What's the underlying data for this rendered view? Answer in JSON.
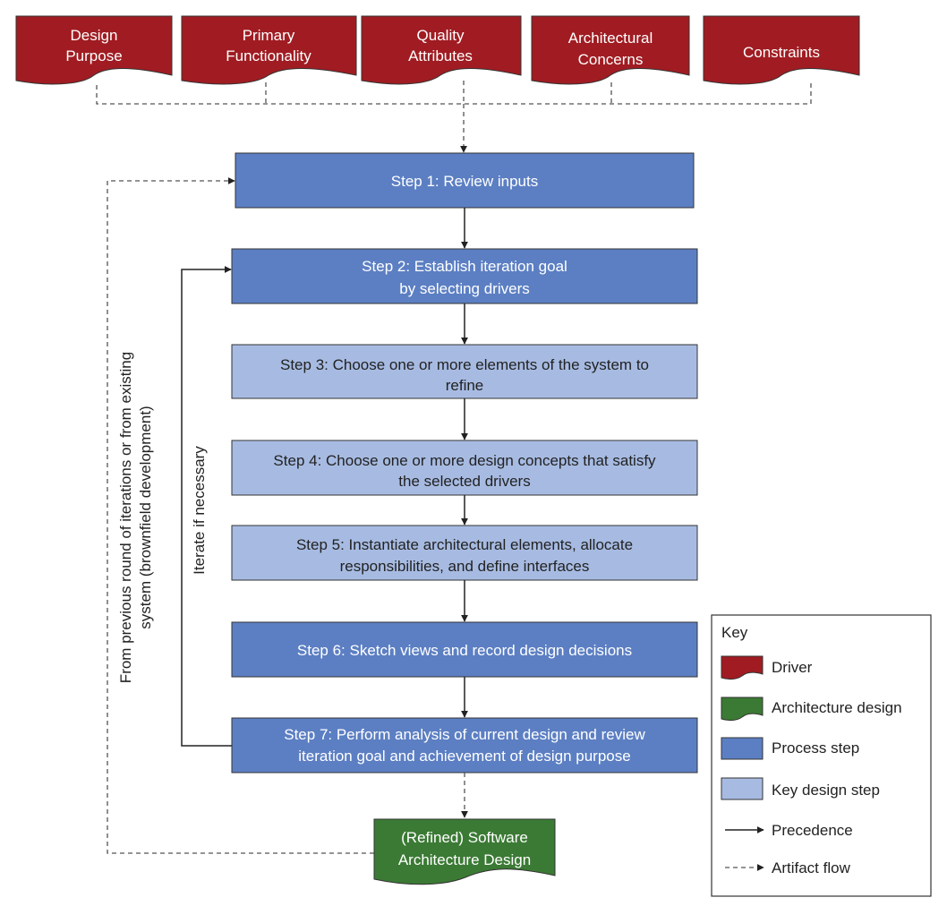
{
  "colors": {
    "driver": "#A01C22",
    "architecture_design": "#3B7A34",
    "process_step": "#5C7FC3",
    "key_design_step": "#A7BBE2",
    "border": "#333333",
    "line": "#222222",
    "dashed_line": "#555555"
  },
  "drivers": [
    {
      "line1": "Design",
      "line2": "Purpose"
    },
    {
      "line1": "Primary",
      "line2": "Functionality"
    },
    {
      "line1": "Quality",
      "line2": "Attributes"
    },
    {
      "line1": "Architectural",
      "line2": "Concerns"
    },
    {
      "line1": "Constraints",
      "line2": ""
    }
  ],
  "steps": [
    {
      "kind": "process",
      "line1": "Step 1: Review inputs",
      "line2": ""
    },
    {
      "kind": "process",
      "line1": "Step 2: Establish iteration goal",
      "line2": "by selecting drivers"
    },
    {
      "kind": "key",
      "line1": "Step 3: Choose one or more elements of the system to",
      "line2": "refine"
    },
    {
      "kind": "key",
      "line1": "Step 4: Choose one or more design concepts that satisfy",
      "line2": "the selected drivers"
    },
    {
      "kind": "key",
      "line1": "Step 5: Instantiate architectural elements, allocate",
      "line2": "responsibilities, and define interfaces"
    },
    {
      "kind": "process",
      "line1": "Step 6: Sketch views and record design decisions",
      "line2": ""
    },
    {
      "kind": "process",
      "line1": "Step 7: Perform analysis of current design and review",
      "line2": "iteration goal and achievement of design purpose"
    }
  ],
  "output": {
    "line1": "(Refined) Software",
    "line2": "Architecture Design"
  },
  "loop_labels": {
    "iterate": "Iterate if necessary",
    "previous_line1": "From previous round of iterations or from existing",
    "previous_line2": "system (brownfield development)"
  },
  "key": {
    "title": "Key",
    "items": [
      {
        "label": "Driver",
        "icon": "driver-icon"
      },
      {
        "label": "Architecture design",
        "icon": "architecture-design-icon"
      },
      {
        "label": "Process step",
        "icon": "process-step-icon"
      },
      {
        "label": "Key design step",
        "icon": "key-design-step-icon"
      },
      {
        "label": "Precedence",
        "icon": "solid-arrow-icon"
      },
      {
        "label": "Artifact flow",
        "icon": "dashed-arrow-icon"
      }
    ]
  }
}
